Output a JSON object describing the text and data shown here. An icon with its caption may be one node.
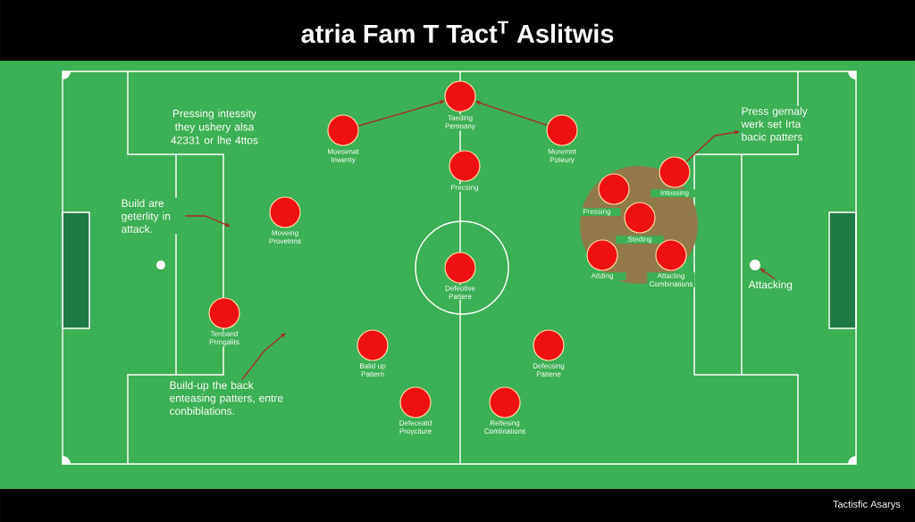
{
  "diagram": {
    "title": "atria Fam T Tact$^{T}$ Aslitwis",
    "nodes": [
      {
        "text": [],
        "shape": "circle",
        "beside": [
          "Taeding Pemoany"
        ]
      },
      {
        "text": [],
        "shape": "circle",
        "beside": [
          "Moesenat Inwenty"
        ]
      },
      {
        "text": [],
        "shape": "circle",
        "beside": [
          "Moremnt Poteury"
        ]
      },
      {
        "text": [
          "Press gernaly werk set Irta bacic patters"
        ]
      },
      {
        "text": [],
        "shape": "circle",
        "beside": [
          "Precsing"
        ]
      },
      {
        "text": [],
        "shape": "circle",
        "beside": [
          "Intessing"
        ]
      },
      {
        "text": [],
        "shape": "circle",
        "beside": [
          "Pressing"
        ]
      },
      {
        "text": [
          "Build are geterlity in attack."
        ]
      },
      {
        "text": [],
        "shape": "circle",
        "beside": [
          "Moveing Provetnns"
        ]
      },
      {
        "text": [],
        "shape": "circle",
        "beside": [
          "Steding"
        ]
      },
      {
        "text": [],
        "shape": "circle",
        "beside": [
          "Attding"
        ]
      },
      {
        "text": [],
        "shape": "circle",
        "beside": [
          "Attacling Combinations"
        ]
      },
      {
        "text": [],
        "shape": "circle"
      },
      {
        "text": [],
        "shape": "circle",
        "beside": [
          "Defeotive Pattere"
        ]
      },
      {
        "text": [
          "Attacking"
        ]
      },
      {
        "text": [],
        "shape": "circle",
        "beside": [
          "Tenband Prrngalits"
        ]
      },
      {
        "text": [],
        "shape": "circle",
        "beside": [
          "Balid up Pattern"
        ]
      },
      {
        "text": [],
        "shape": "circle",
        "beside": [
          "Defecsing Pattene"
        ]
      },
      {
        "text": [
          "Build-up the back enteasing patters, entre conbiblations."
        ]
      },
      {
        "text": [],
        "shape": "circle",
        "beside": [
          "Defeceatd Proyciture"
        ]
      },
      {
        "text": [],
        "shape": "circle",
        "beside": [
          "Reltesing Comlinations"
        ]
      }
    ],
    "edges": [
      {
        "from": 1,
        "to": 0,
        "arrow": "to"
      },
      {
        "from": 2,
        "to": 0,
        "arrow": "to"
      },
      {
        "from": 7,
        "to": null,
        "arrow": "to"
      },
      {
        "from": 18,
        "to": null,
        "arrow": "to"
      },
      {
        "from": 5,
        "to": 3,
        "arrow": "to"
      },
      {
        "from": 14,
        "to": 12,
        "arrow": "to"
      }
    ],
    "labels": [
      "Pressing intessity they ushery alsa 42331 or lhe 4ttos",
      "Tactisfic Asarys"
    ]
  }
}
